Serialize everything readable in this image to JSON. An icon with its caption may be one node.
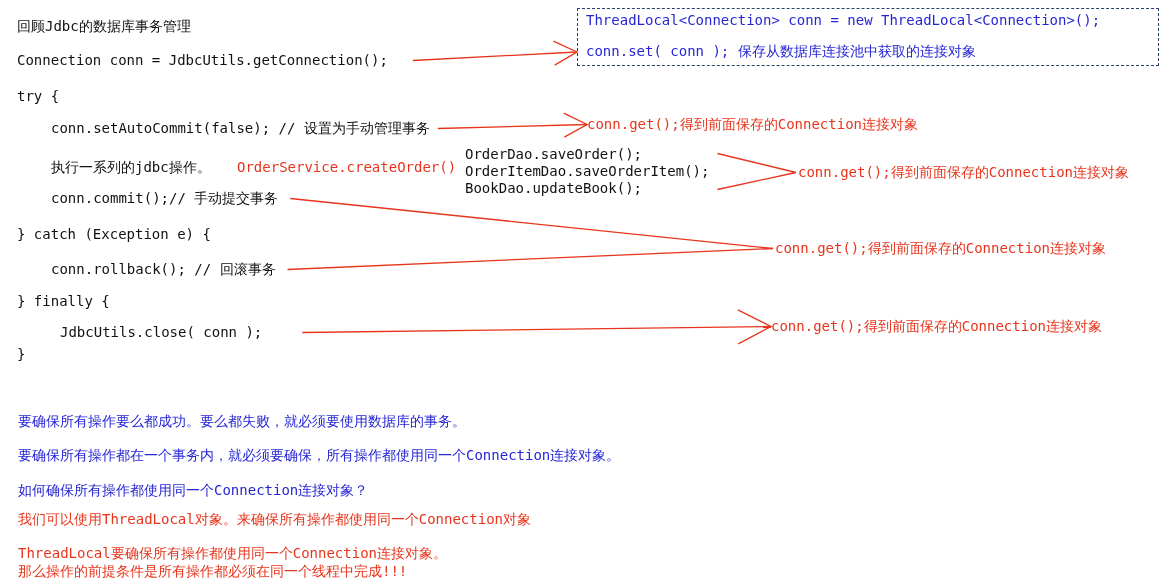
{
  "diagram": {
    "title": "回顾Jdbc的数据库事务管理",
    "nodes": [
      {
        "text": [
          "Connection conn = JdbcUtils.getConnection();"
        ]
      },
      {
        "text": [
          "ThreadLocal<Connection> conn = new ThreadLocal<Connection>();",
          "conn.set( conn );  保存从数据库连接池中获取的连接对象"
        ]
      },
      {
        "text": [
          "conn.setAutoCommit(false); // 设置为手动管理事务"
        ]
      },
      {
        "text": [
          "conn.get();得到前面保存的Connection连接对象"
        ]
      },
      {
        "text": [
          "OrderDao.saveOrder();",
          "OrderItemDao.saveOrderItem();",
          "BookDao.updateBook();"
        ]
      },
      {
        "text": [
          "conn.get();得到前面保存的Connection连接对象"
        ]
      },
      {
        "text": [
          "conn.commit();// 手动提交事务"
        ]
      },
      {
        "text": [
          "conn.rollback(); // 回滚事务"
        ]
      },
      {
        "text": [
          "conn.get();得到前面保存的Connection连接对象"
        ]
      },
      {
        "text": [
          "JdbcUtils.close( conn );"
        ]
      },
      {
        "text": [
          "conn.get();得到前面保存的Connection连接对象"
        ]
      }
    ],
    "edges": [
      {
        "from": 0,
        "to": 1,
        "arrow": "to"
      },
      {
        "from": 2,
        "to": 3,
        "arrow": "to"
      },
      {
        "from": 4,
        "to": 5,
        "arrow": "none"
      },
      {
        "from": 6,
        "to": 8,
        "arrow": "none"
      },
      {
        "from": 7,
        "to": 8,
        "arrow": "none"
      },
      {
        "from": 9,
        "to": 10,
        "arrow": "to"
      }
    ],
    "labels": [
      "try {",
      "执行一系列的jdbc操作。",
      "OrderService.createOrder()",
      "} catch (Exception e) {",
      "} finally {",
      "}",
      "要确保所有操作要么都成功。要么都失败，就必须要使用数据库的事务。",
      "要确保所有操作都在一个事务内，就必须要确保，所有操作都使用同一个Connection连接对象。",
      "如何确保所有操作都使用同一个Connection连接对象？",
      "我们可以使用ThreadLocal对象。来确保所有操作都使用同一个Connection对象",
      "ThreadLocal要确保所有操作都使用同一个Connection连接对象。",
      "那么操作的前提条件是所有操作都必须在同一个线程中完成!!!"
    ]
  }
}
